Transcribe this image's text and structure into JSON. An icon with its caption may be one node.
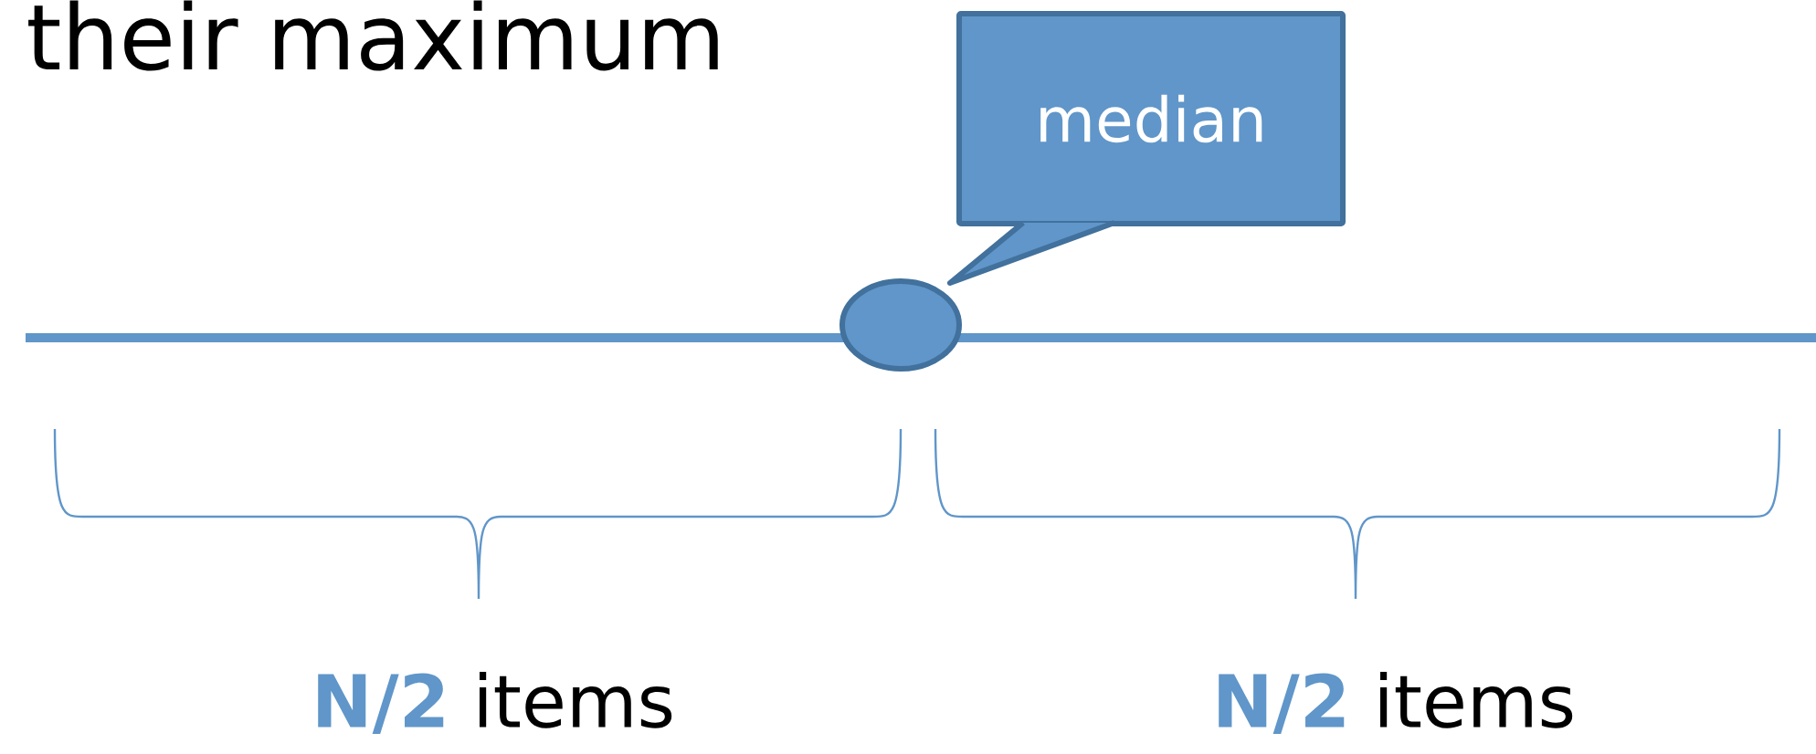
{
  "diagram": {
    "nodes": [
      {
        "text": [
          "median"
        ]
      },
      {
        "text": [],
        "shape": "circle"
      }
    ],
    "labels": [
      "their maximum",
      "**N/2** items",
      "**N/2** items"
    ]
  }
}
